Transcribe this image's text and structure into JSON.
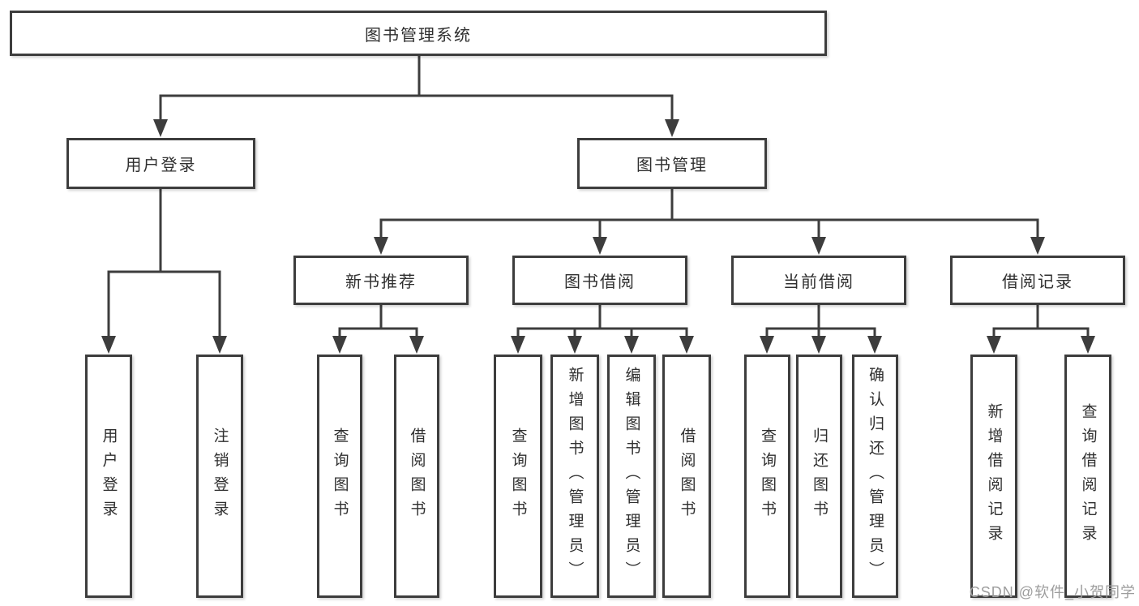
{
  "diagram": {
    "root": {
      "label": "图书管理系统"
    },
    "branches": [
      {
        "label": "用户登录",
        "children": [
          {
            "label": "用户登录"
          },
          {
            "label": "注销登录"
          }
        ]
      },
      {
        "label": "图书管理",
        "children": [
          {
            "label": "新书推荐",
            "children": [
              {
                "label": "查询图书"
              },
              {
                "label": "借阅图书"
              }
            ]
          },
          {
            "label": "图书借阅",
            "children": [
              {
                "label": "查询图书"
              },
              {
                "label": "新增图书（管理员）"
              },
              {
                "label": "编辑图书（管理员）"
              },
              {
                "label": "借阅图书"
              }
            ]
          },
          {
            "label": "当前借阅",
            "children": [
              {
                "label": "查询图书"
              },
              {
                "label": "归还图书"
              },
              {
                "label": "确认归还（管理员）"
              }
            ]
          },
          {
            "label": "借阅记录",
            "children": [
              {
                "label": "新增借阅记录"
              },
              {
                "label": "查询借阅记录"
              }
            ]
          }
        ]
      }
    ],
    "watermark": {
      "text": "CSDN @软件_小贺同学"
    },
    "colors": {
      "line": "#3d3d3d",
      "text": "#2f2f2f",
      "background": "#ffffff",
      "watermark": "#9d9d9d"
    }
  }
}
